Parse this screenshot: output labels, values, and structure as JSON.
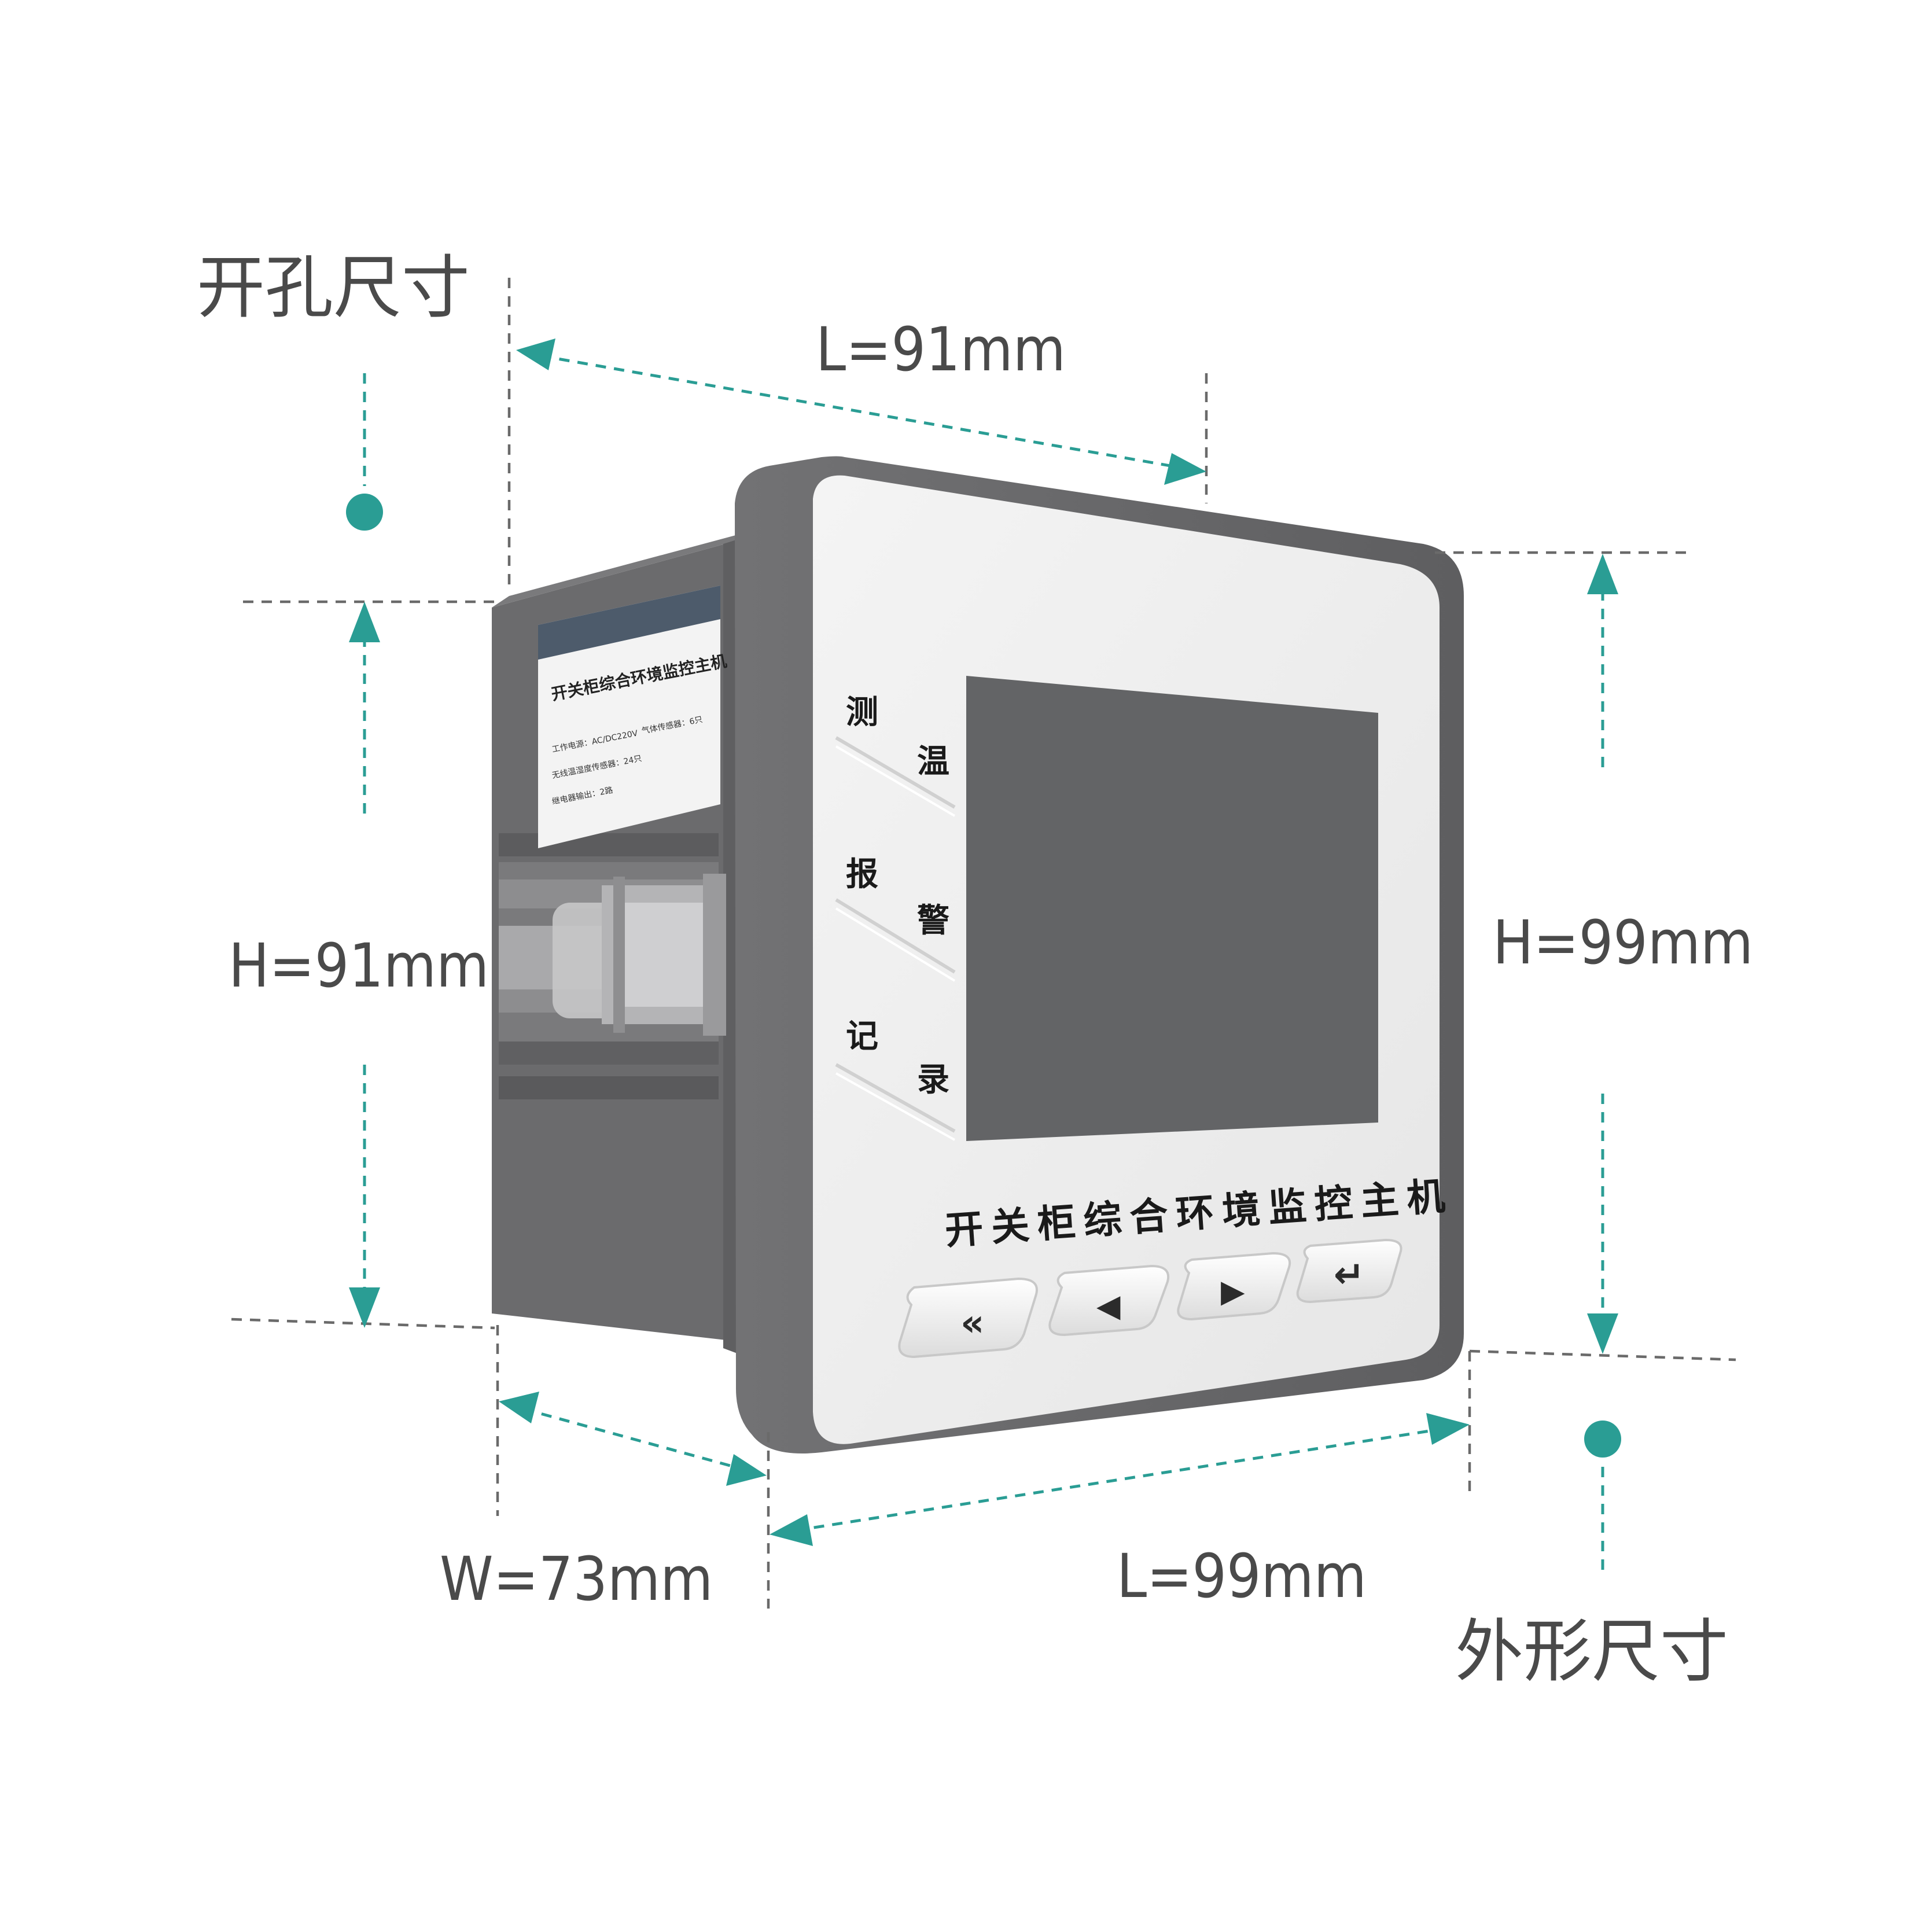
{
  "diagram": {
    "cutout_section": {
      "title": "开孔尺寸",
      "length_label": "L=91mm",
      "height_label": "H=91mm"
    },
    "outline_section": {
      "title": "外形尺寸",
      "length_label": "L=99mm",
      "height_label": "H=99mm",
      "width_label": "W=73mm"
    },
    "accent_color": "#2a9d94",
    "guide_color": "#6a6a6a"
  },
  "device": {
    "product_name": "开关柜综合环境监控主机",
    "side_labels": [
      {
        "left": "测",
        "right": "温"
      },
      {
        "left": "报",
        "right": "警"
      },
      {
        "left": "记",
        "right": "录"
      }
    ],
    "buttons": [
      {
        "icon": "double-chevron-left-icon",
        "glyph": "«"
      },
      {
        "icon": "triangle-left-icon",
        "glyph": "◀"
      },
      {
        "icon": "triangle-right-icon",
        "glyph": "▶"
      },
      {
        "icon": "enter-icon",
        "glyph": "↵"
      }
    ],
    "nameplate": {
      "title": "开关柜综合环境监控主机",
      "spec_power": "工作电源：AC/DC220V",
      "spec_gas": "气体传感器：6只",
      "spec_temp": "无线温湿度传感器：24只",
      "spec_relay": "继电器输出：2路"
    },
    "colors": {
      "housing": "#6a6a6c",
      "faceplate": "#eeeeee",
      "screen": "#636466",
      "nameplate_band": "#4d5b6b"
    }
  }
}
